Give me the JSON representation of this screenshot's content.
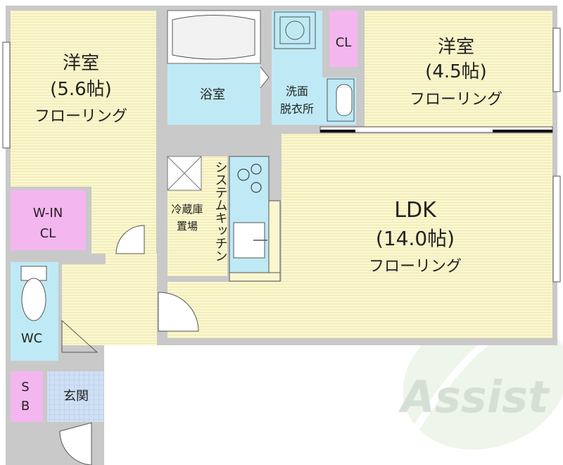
{
  "floorplan": {
    "rooms": {
      "western_left": {
        "name": "洋室",
        "size": "(5.6帖)",
        "floor": "フローリング"
      },
      "western_right": {
        "name": "洋室",
        "size": "(4.5帖)",
        "floor": "フローリング"
      },
      "ldk": {
        "name": "LDK",
        "size": "(14.0帖)",
        "floor": "フローリング"
      },
      "bathroom": {
        "name": "浴室"
      },
      "washroom": {
        "line1": "洗面",
        "line2": "脱衣所"
      },
      "closet": {
        "name": "CL"
      },
      "walkin": {
        "line1": "W-IN",
        "line2": "CL"
      },
      "wc": {
        "name": "WC"
      },
      "shoebox": {
        "line1": "S",
        "line2": "B"
      },
      "entrance": {
        "name": "玄関"
      },
      "fridge": {
        "line1": "冷蔵庫",
        "line2": "置場"
      },
      "kitchen": {
        "name": "システムキッチン"
      }
    },
    "watermark": {
      "text": "Assist"
    },
    "colors": {
      "flooring": "#faf7cf",
      "wet_area": "#bfeaf5",
      "closet": "#f4b6ee",
      "wall": "#c9c9c9",
      "entrance": "#cfe0f4"
    }
  }
}
